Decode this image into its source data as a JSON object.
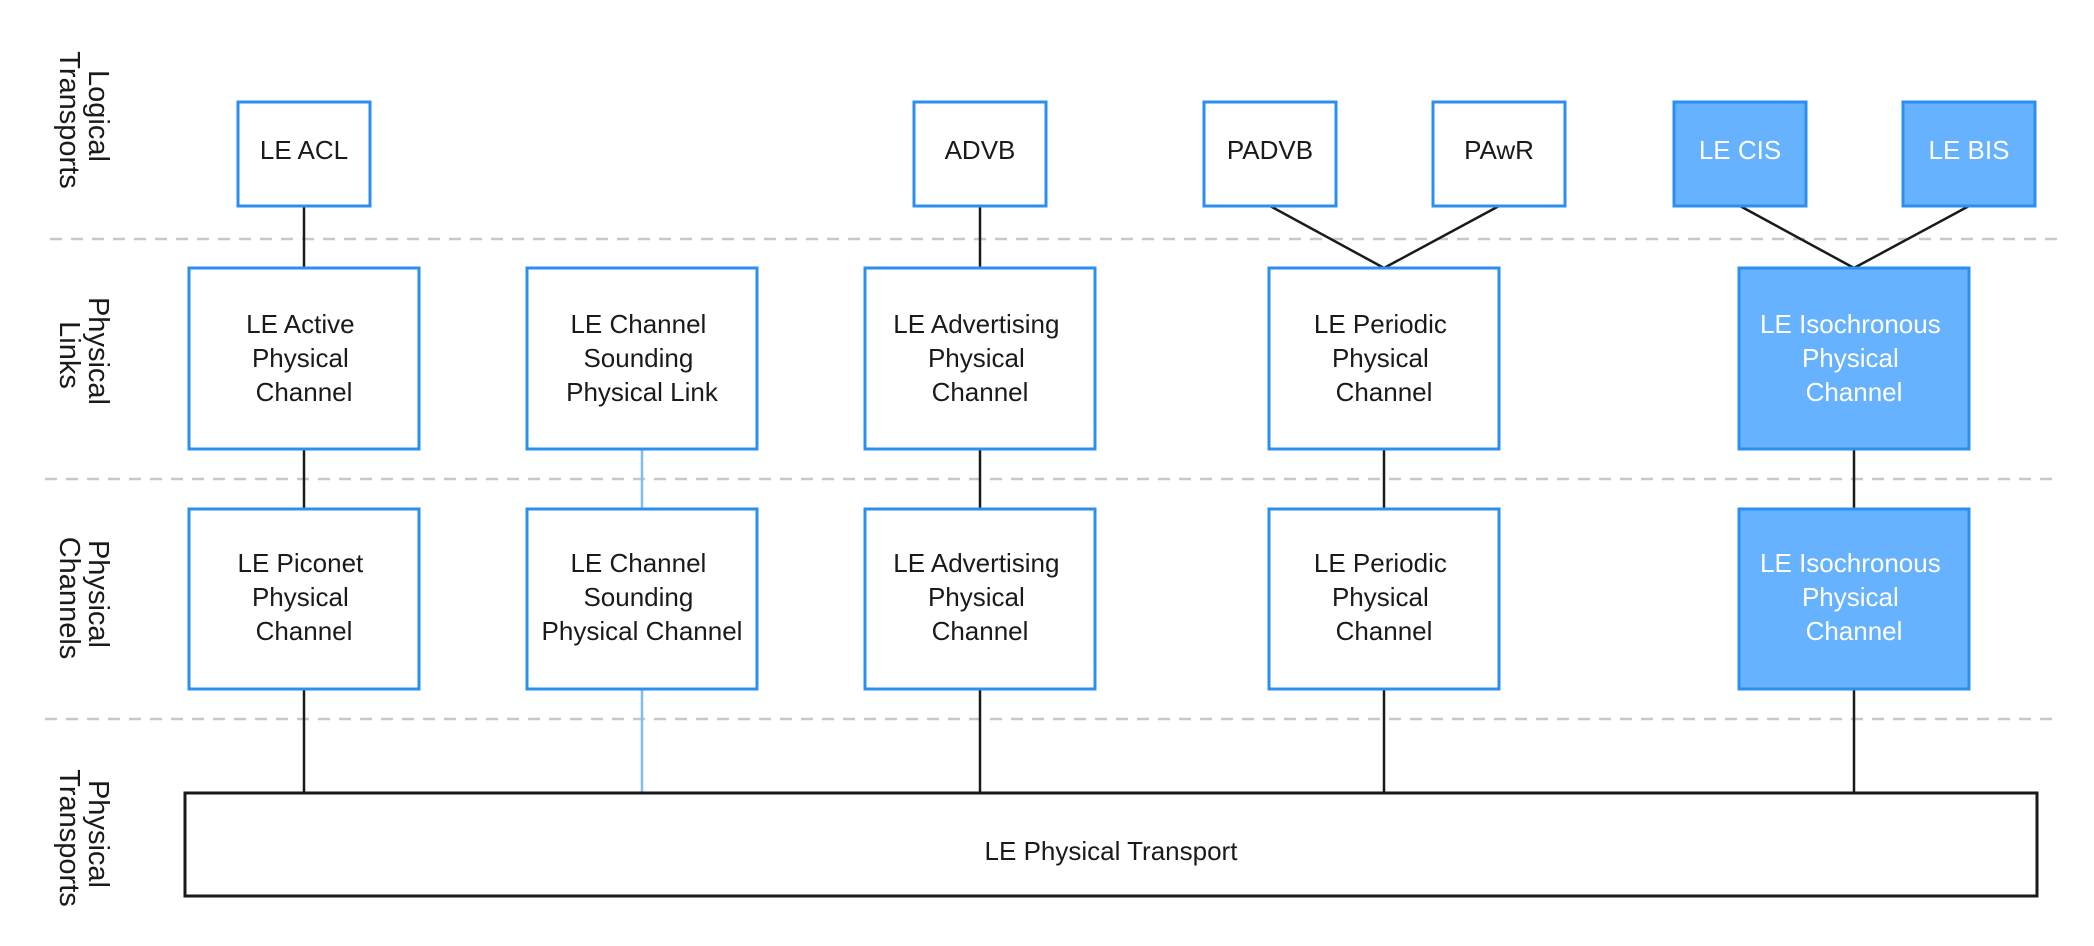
{
  "colors": {
    "outline_blue": "#2b8ff0",
    "filled_blue": "#66b2ff",
    "line_dark": "#1a1a1a",
    "line_light_blue": "#7fbdf5",
    "separator": "#c8c8c8",
    "text_dark": "#1a1a1a",
    "text_light": "#ffffff"
  },
  "row_labels": {
    "logical_transports": [
      "Logical",
      "Transports"
    ],
    "physical_links": [
      "Physical",
      "Links"
    ],
    "physical_channels": [
      "Physical",
      "Channels"
    ],
    "physical_transports": [
      "Physical",
      "Transports"
    ]
  },
  "logical_transports": {
    "le_acl": [
      "LE ACL"
    ],
    "advb": [
      "ADVB"
    ],
    "padvb": [
      "PADVB"
    ],
    "pawr": [
      "PAwR"
    ],
    "le_cis": [
      "LE CIS"
    ],
    "le_bis": [
      "LE BIS"
    ]
  },
  "physical_links": {
    "le_active": [
      "LE Active",
      "Physical",
      "Channel"
    ],
    "le_channel_sounding_link": [
      "LE Channel",
      "Sounding",
      "Physical Link"
    ],
    "le_advertising": [
      "LE Advertising",
      "Physical",
      "Channel"
    ],
    "le_periodic": [
      "LE Periodic",
      "Physical",
      "Channel"
    ],
    "le_isochronous": [
      "LE Isochronous",
      "Physical",
      "Channel"
    ]
  },
  "physical_channels": {
    "le_piconet": [
      "LE Piconet",
      "Physical",
      "Channel"
    ],
    "le_channel_sounding_channel": [
      "LE Channel",
      "Sounding",
      "Physical Channel"
    ],
    "le_advertising": [
      "LE Advertising",
      "Physical",
      "Channel"
    ],
    "le_periodic": [
      "LE Periodic",
      "Physical",
      "Channel"
    ],
    "le_isochronous": [
      "LE Isochronous",
      "Physical",
      "Channel"
    ]
  },
  "physical_transport": {
    "label": "LE Physical Transport"
  }
}
